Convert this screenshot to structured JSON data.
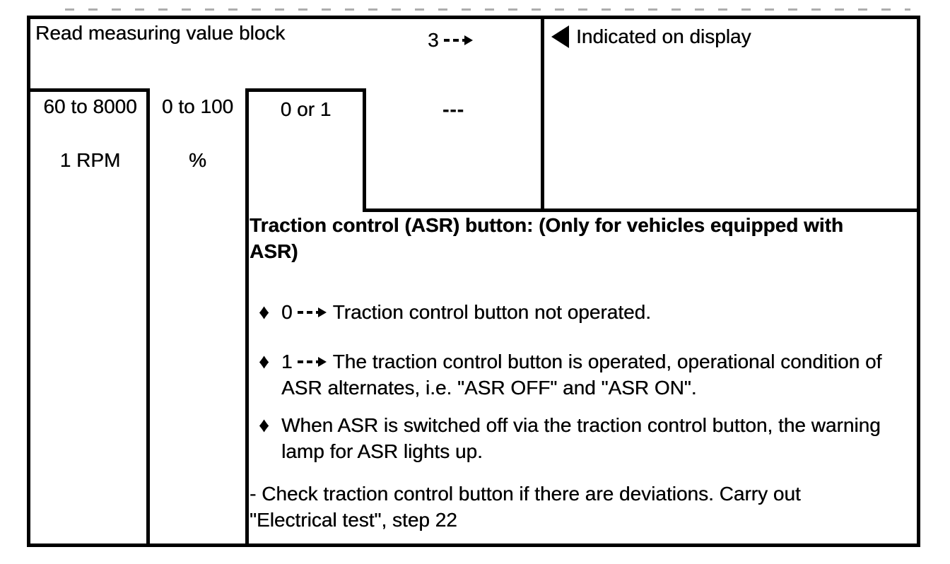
{
  "colors": {
    "ink": "#000000",
    "paper": "#ffffff"
  },
  "icons": {
    "arrow": "dashed-right-arrow",
    "display_marker": "left-filled-triangle",
    "bullet_glyph": "♦"
  },
  "table": {
    "header": {
      "title": "Read measuring value block",
      "block_number": "3",
      "display_note": "Indicated on display"
    },
    "columns": [
      {
        "range": "60 to 8000",
        "unit": "1 RPM"
      },
      {
        "range": "0 to 100",
        "unit": "%"
      },
      {
        "range": "0 or 1",
        "unit": ""
      },
      {
        "range": "---",
        "unit": ""
      }
    ],
    "detail": {
      "heading_line1": "Traction control (ASR) button: (Only for vehicles equipped with",
      "heading_line2": "ASR)",
      "bullets": [
        {
          "value": "0",
          "line1": "Traction control button not operated.",
          "line2": ""
        },
        {
          "value": "1",
          "line1": "The traction control button is operated, operational condition of",
          "line2": "ASR alternates, i.e. \"ASR OFF\" and \"ASR ON\"."
        },
        {
          "value": "",
          "line1": "When ASR is switched off via the traction control button, the warning",
          "line2": "lamp for ASR lights up."
        }
      ],
      "action_line1": "- Check traction control button if there are deviations. Carry out",
      "action_line2": "\"Electrical test\", step 22"
    }
  }
}
